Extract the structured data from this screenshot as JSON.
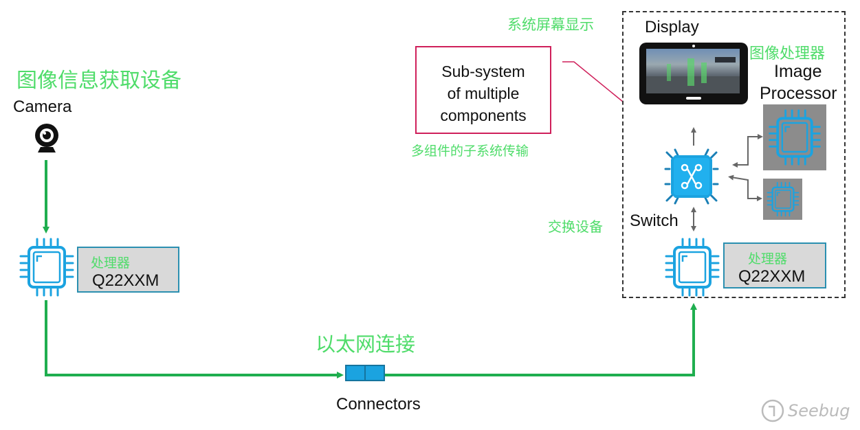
{
  "labels": {
    "camera_section_zh": "图像信息获取设备",
    "camera_en": "Camera",
    "processor_left_zh": "处理器",
    "processor_left_model": "Q22XXM",
    "ethernet_zh": "以太网连接",
    "connectors_en": "Connectors",
    "subsystem_line1": "Sub-system",
    "subsystem_line2": "of multiple",
    "subsystem_line3": "components",
    "subsystem_zh": "多组件的子系统传输",
    "display_zh": "系统屏幕显示",
    "display_en": "Display",
    "image_processor_zh": "图像处理器",
    "image_processor_en1": "Image",
    "image_processor_en2": "Processor",
    "switch_zh": "交换设备",
    "switch_en": "Switch",
    "processor_right_zh": "处理器",
    "processor_right_model": "Q22XXM",
    "watermark": "Seebug"
  },
  "colors": {
    "wire_green": "#1fae4f",
    "chip_blue": "#1ba3e0",
    "chinese_green": "#4fdc6a",
    "subsystem_border": "#cf1f5a"
  },
  "icons": [
    "camera-icon",
    "chip-icon",
    "switch-icon",
    "connector-icon",
    "tablet-display-icon",
    "seebug-logo-icon"
  ]
}
